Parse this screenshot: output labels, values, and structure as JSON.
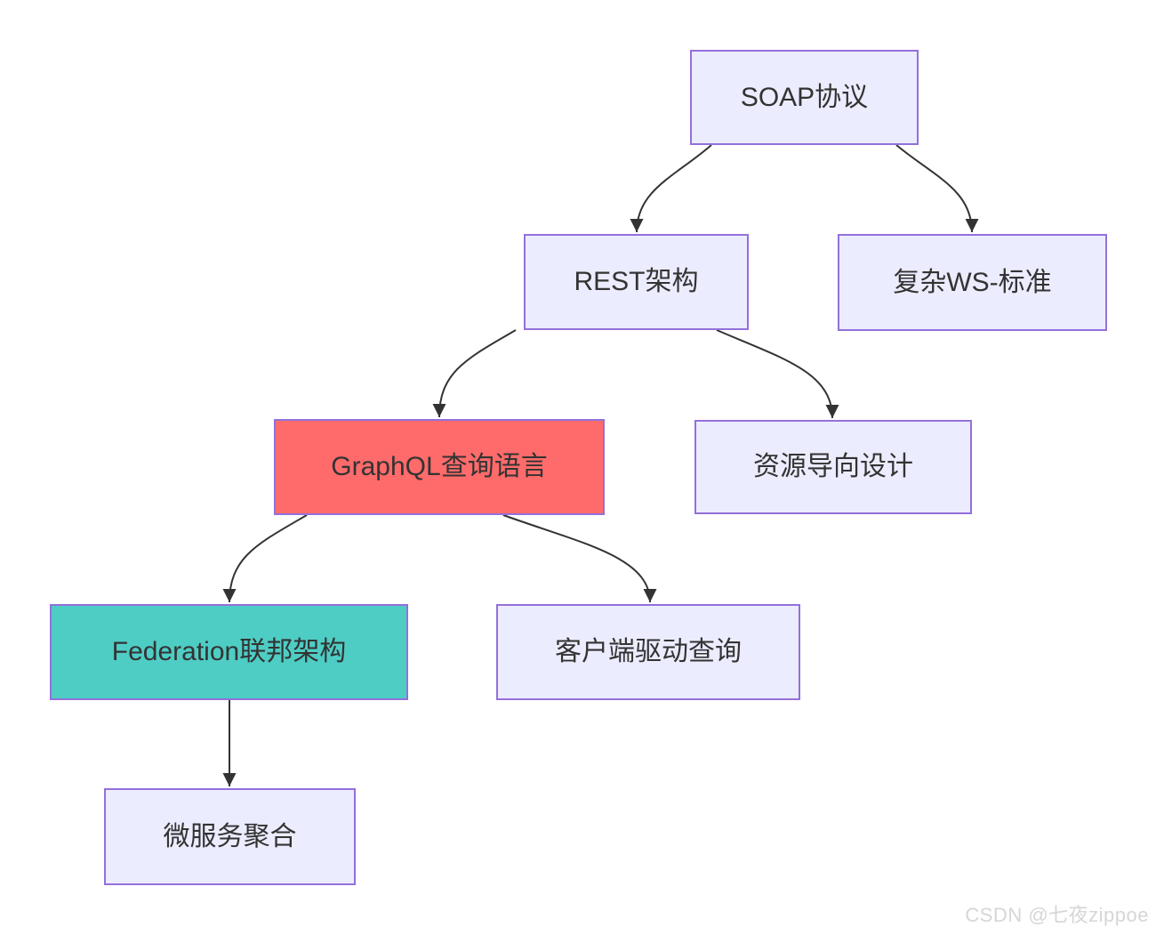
{
  "diagram": {
    "type": "flowchart",
    "direction": "top-down",
    "nodes": [
      {
        "id": "soap",
        "label": "SOAP协议",
        "style": "default"
      },
      {
        "id": "rest",
        "label": "REST架构",
        "style": "default"
      },
      {
        "id": "ws",
        "label": "复杂WS-标准",
        "style": "default"
      },
      {
        "id": "graphql",
        "label": "GraphQL查询语言",
        "style": "highlight-red"
      },
      {
        "id": "resource",
        "label": "资源导向设计",
        "style": "default"
      },
      {
        "id": "federation",
        "label": "Federation联邦架构",
        "style": "highlight-teal"
      },
      {
        "id": "client",
        "label": "客户端驱动查询",
        "style": "default"
      },
      {
        "id": "microservice",
        "label": "微服务聚合",
        "style": "default"
      }
    ],
    "edges": [
      {
        "from": "soap",
        "to": "rest"
      },
      {
        "from": "soap",
        "to": "ws"
      },
      {
        "from": "rest",
        "to": "graphql"
      },
      {
        "from": "rest",
        "to": "resource"
      },
      {
        "from": "graphql",
        "to": "federation"
      },
      {
        "from": "graphql",
        "to": "client"
      },
      {
        "from": "federation",
        "to": "microservice"
      }
    ],
    "colors": {
      "node_fill": "#ECECFF",
      "node_border": "#9370DB",
      "highlight_red": "#FF6B6B",
      "highlight_teal": "#4ECDC4",
      "text": "#333333",
      "edge": "#333333"
    }
  },
  "watermark": {
    "text": "CSDN @七夜zippoe",
    "color": "#D6D6D6"
  }
}
